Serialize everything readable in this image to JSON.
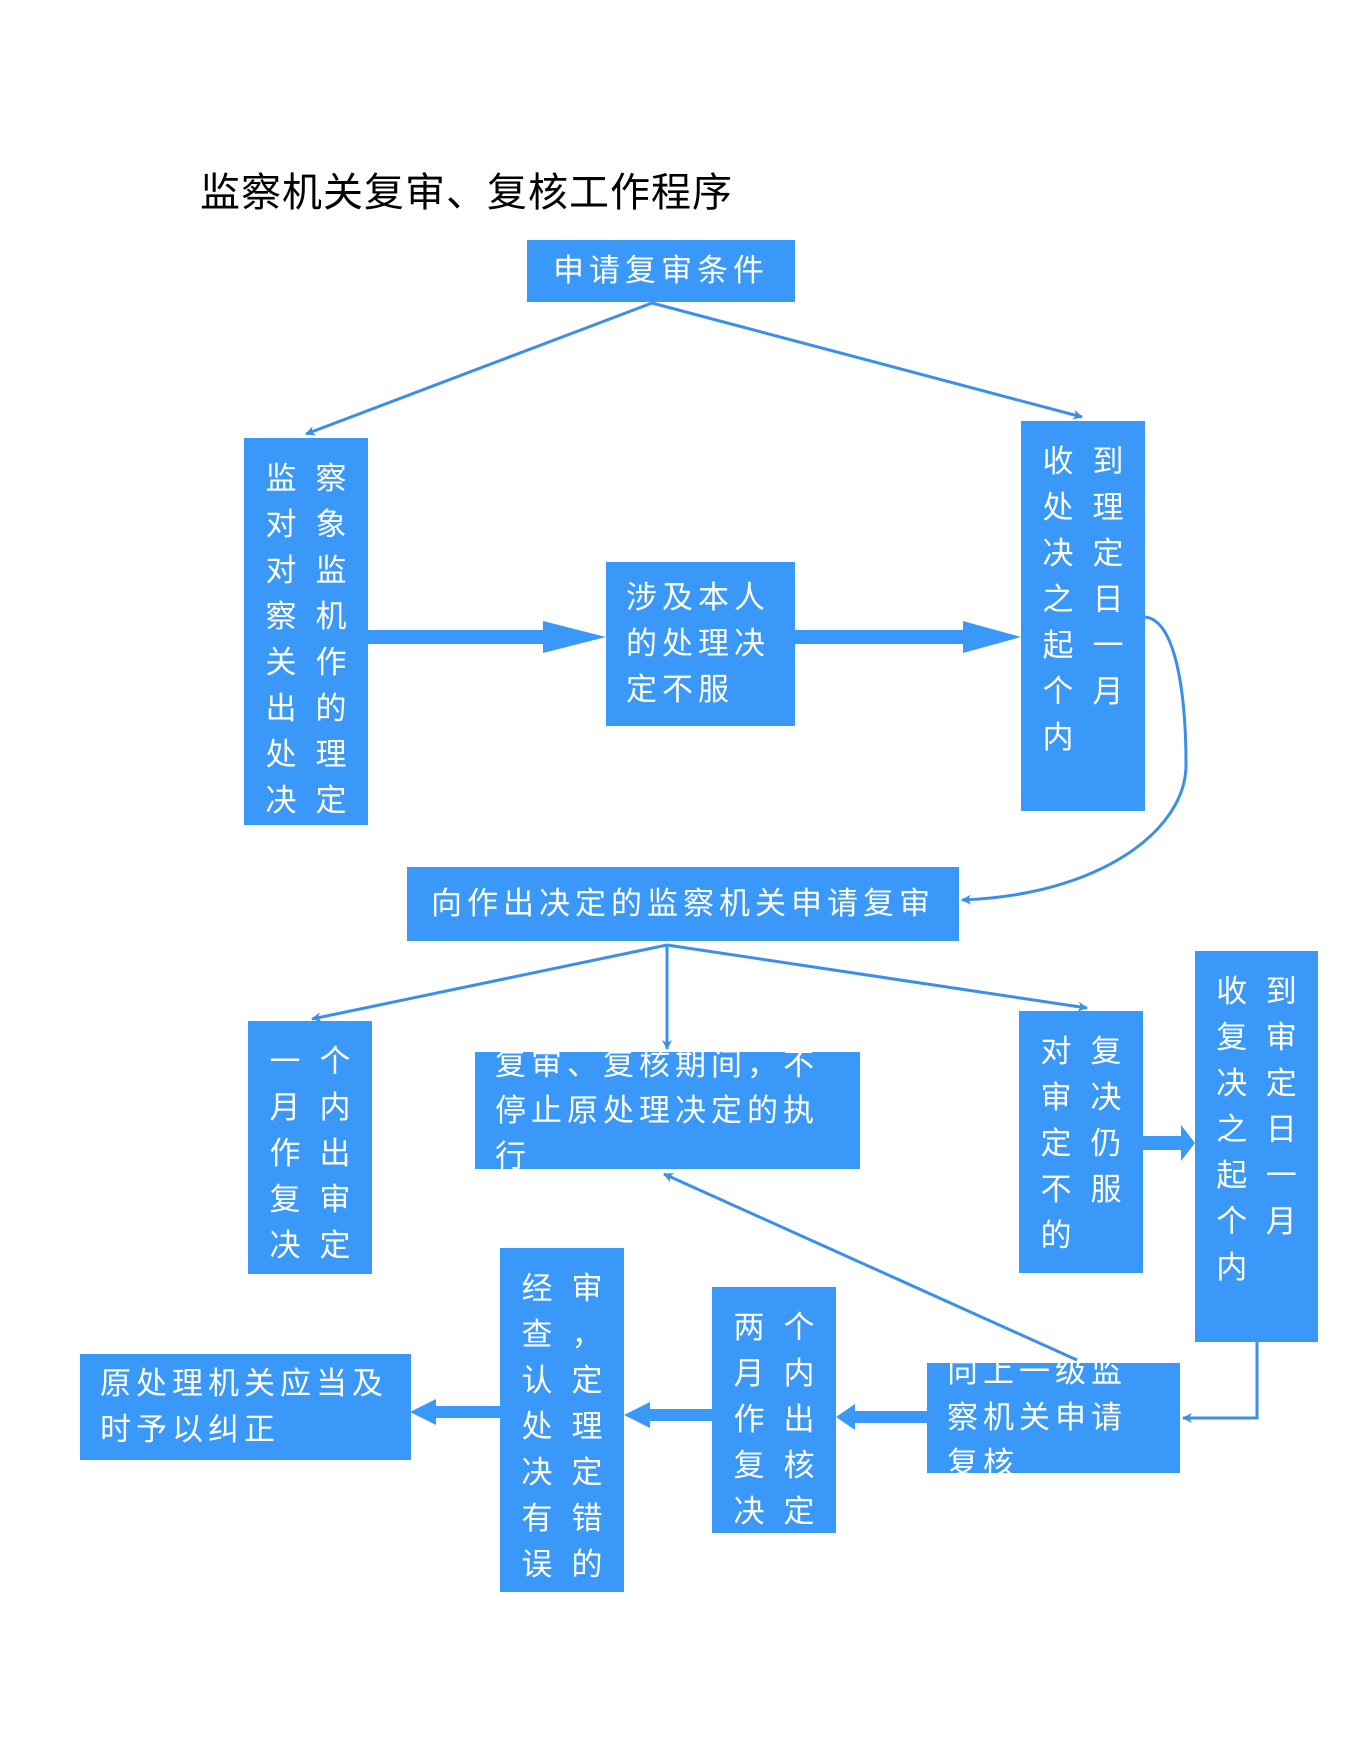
{
  "title": "监察机关复审、复核工作程序",
  "nodes": {
    "conditions": "申请复审条件",
    "object_decision": "监察对象对监察机关作出的处理决定",
    "dissatisfied": "涉及本人的处理决定不服",
    "within_one_month_receipt": "收到处理决定之日起一个月内",
    "apply_review": "向作出决定的监察机关申请复审",
    "review_decision": "一个月内作出复审决定",
    "no_suspension": "复审、复核期间，不停止原处理决定的执行",
    "still_dissatisfied": "对复审决定仍不服的",
    "within_one_month_review": "收到复审决定之日起一个月内",
    "apply_recheck": "向上一级监察机关申请复核",
    "recheck_decision": "两个月内作出复核决定",
    "found_error": "经审查，认定处理决定有错误的",
    "correct": "原处理机关应当及时予以纠正"
  },
  "colors": {
    "box": "#3a98f8",
    "arrow": "#3a8fe8",
    "text": "#ffffff"
  }
}
